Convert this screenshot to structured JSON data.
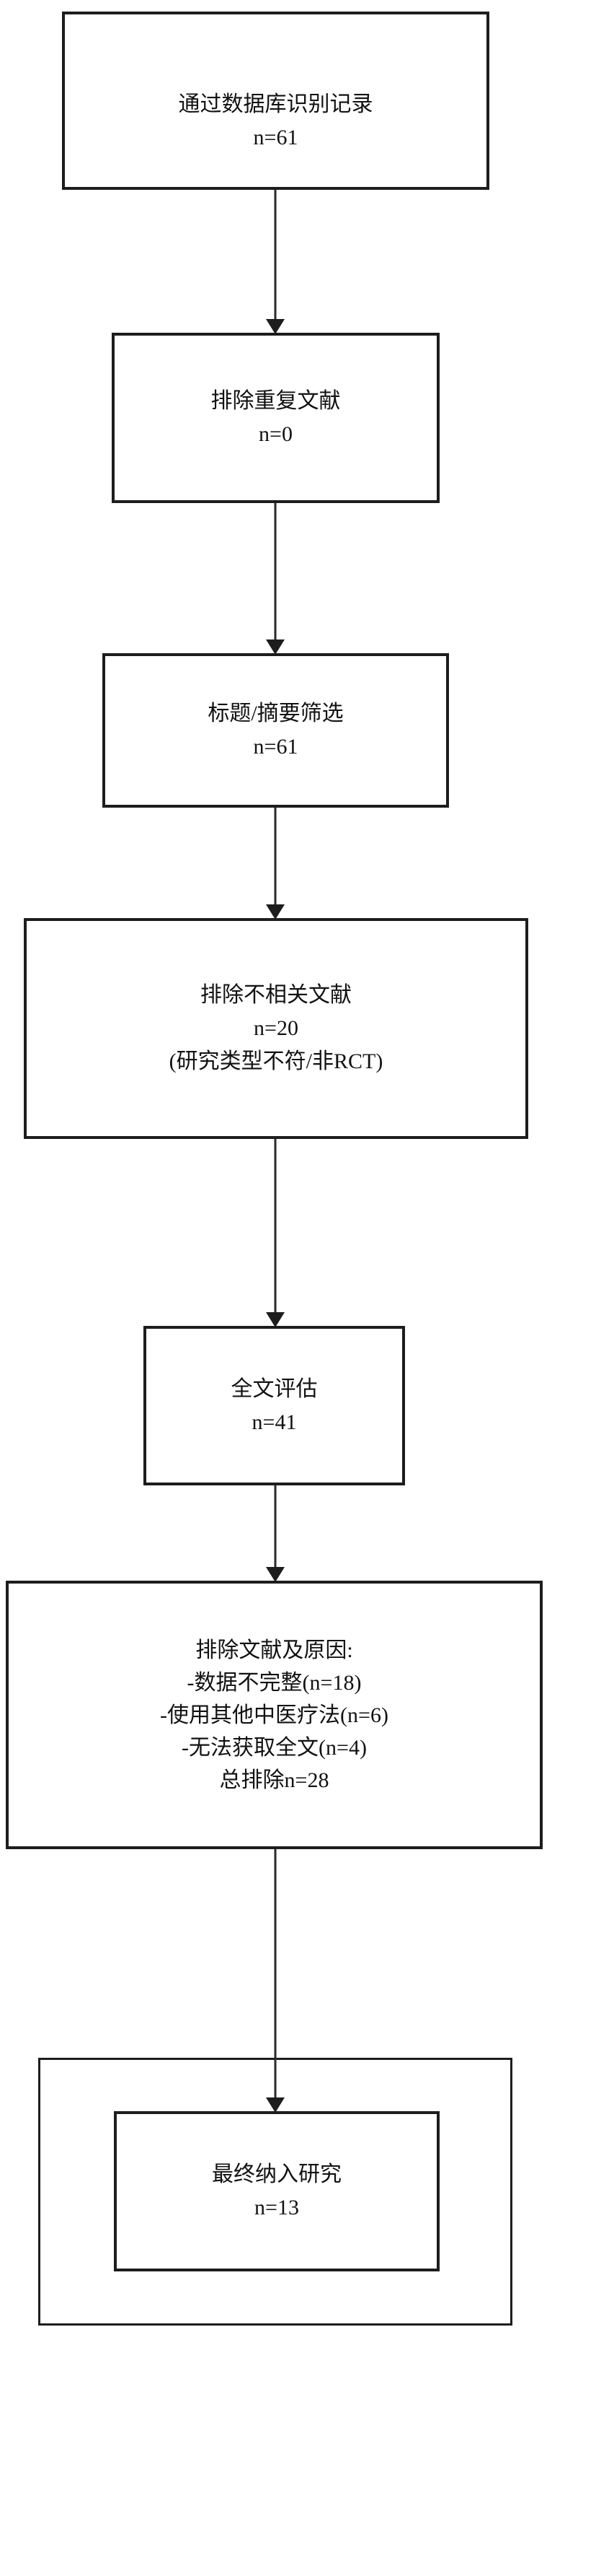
{
  "diagram": {
    "type": "flowchart",
    "ink_color": "#1d1d1d",
    "background_color": "#ffffff",
    "boxes": [
      {
        "id": "records-identified",
        "lines": [
          "通过数据库识别记录",
          "n=61"
        ]
      },
      {
        "id": "duplicates-removed",
        "lines": [
          "排除重复文献",
          "n=0"
        ]
      },
      {
        "id": "title-abstract-screening",
        "lines": [
          "标题/摘要筛选",
          "n=61"
        ]
      },
      {
        "id": "irrelevant-excluded",
        "lines": [
          "排除不相关文献",
          "n=20",
          "(研究类型不符/非RCT)"
        ]
      },
      {
        "id": "fulltext-assessment",
        "lines": [
          "全文评估",
          "n=41"
        ]
      },
      {
        "id": "exclusion-reasons",
        "lines": [
          "排除文献及原因:",
          "-数据不完整(n=18)",
          "-使用其他中医疗法(n=6)",
          "-无法获取全文(n=4)",
          "总排除n=28"
        ]
      },
      {
        "id": "final-included",
        "lines": [
          "最终纳入研究",
          "n=13"
        ]
      }
    ]
  }
}
